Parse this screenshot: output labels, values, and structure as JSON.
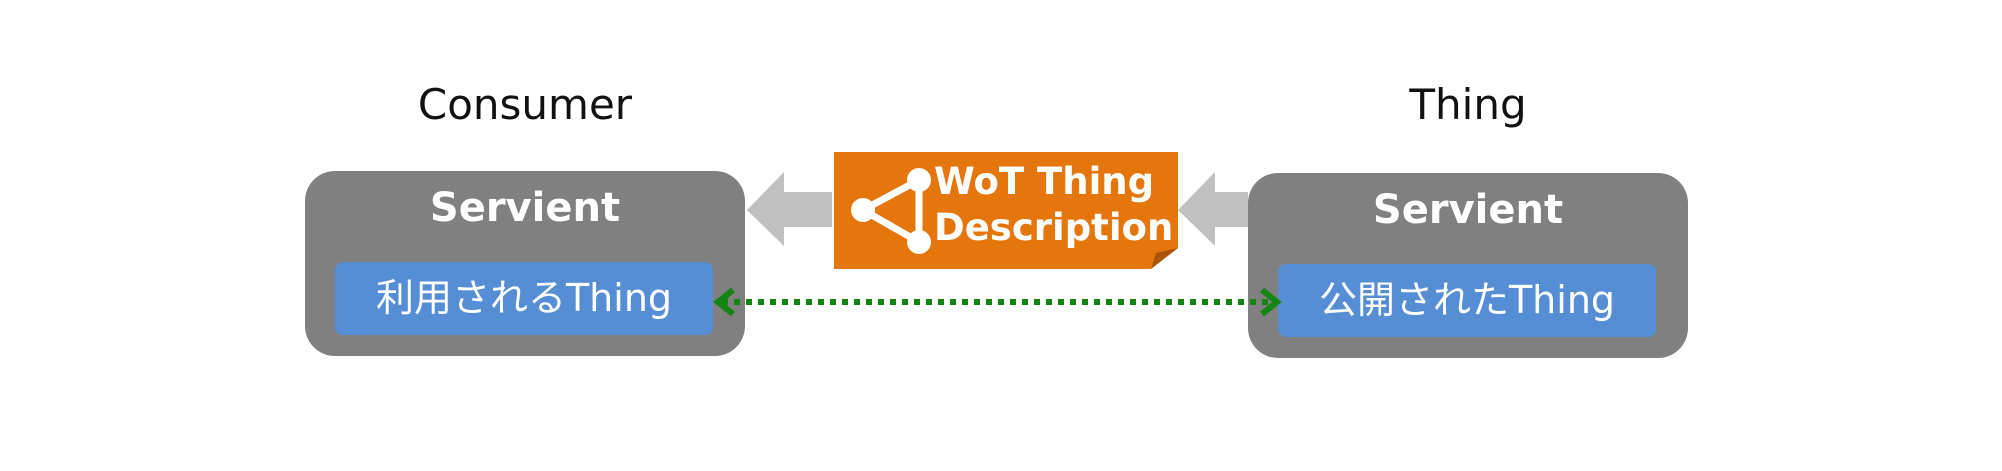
{
  "consumer": {
    "role_label": "Consumer",
    "servient_title": "Servient",
    "thing_label": "利用されるThing"
  },
  "thing": {
    "role_label": "Thing",
    "servient_title": "Servient",
    "thing_label": "公開されたThing"
  },
  "thing_description": {
    "line1": "WoT Thing",
    "line2": "Description",
    "icon": "network-graph-icon"
  },
  "colors": {
    "servient": "#808080",
    "thing_box": "#568ed6",
    "td_box": "#e5760c",
    "td_fold": "#a8550a",
    "flow_arrow": "#c0c0c0",
    "interaction_arrow": "#138513"
  }
}
